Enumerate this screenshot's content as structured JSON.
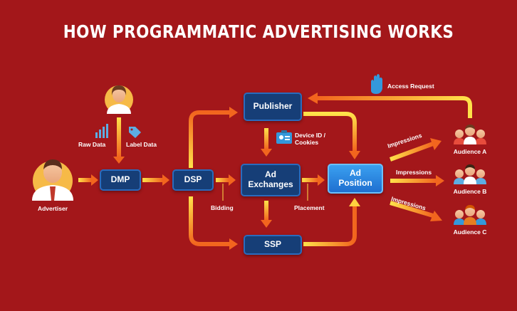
{
  "title": "HOW PROGRAMMATIC ADVERTISING WORKS",
  "colors": {
    "background": "#a3171a",
    "box": "#163e77",
    "box_border": "#2a6bbd",
    "highlight_box": "#2f8ae6",
    "arrow_start": "#ffe24a",
    "arrow_end": "#f2651e"
  },
  "nodes": {
    "dmp": "DMP",
    "dsp": "DSP",
    "publisher": "Publisher",
    "ad_exchanges": "Ad Exchanges",
    "ssp": "SSP",
    "ad_position": "Ad Position"
  },
  "actors": {
    "advertiser": "Advertiser",
    "audience_a": "Audience A",
    "audience_b": "Audience B",
    "audience_c": "Audience C"
  },
  "labels": {
    "raw_data": "Raw Data",
    "label_data": "Label Data",
    "device_id": "Device ID / Cookies",
    "bidding": "Bidding",
    "placement": "Placement",
    "access_request": "Access Request",
    "impressions_a": "Impressions",
    "impressions_b": "Impressions",
    "impressions_c": "Impressions"
  },
  "icons": [
    "person-icon",
    "bar-chart-icon",
    "tag-icon",
    "id-card-icon",
    "hand-icon"
  ]
}
